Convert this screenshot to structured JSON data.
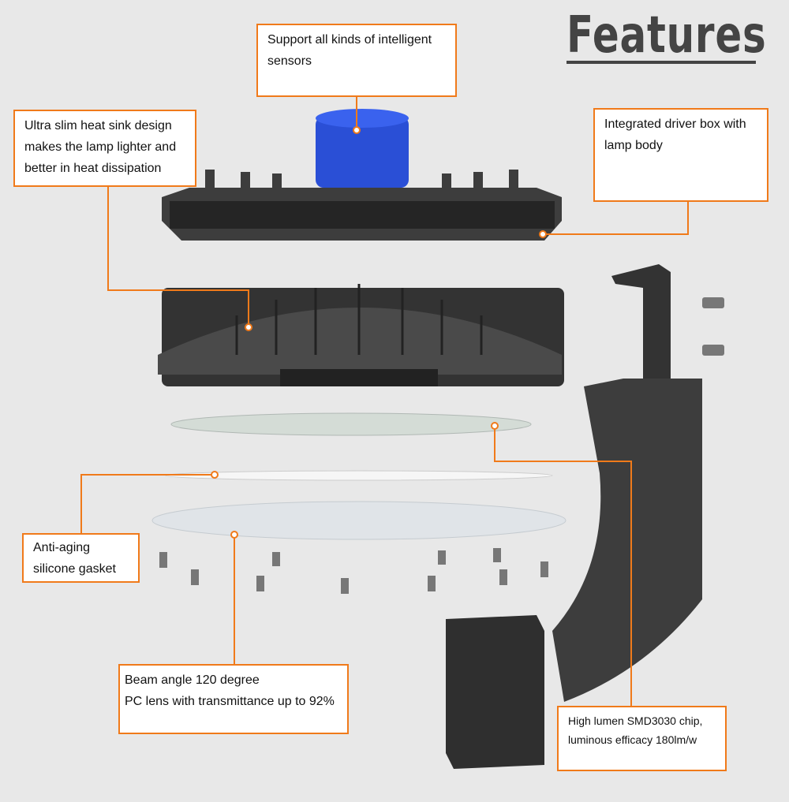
{
  "title": "Features",
  "accent": "#f07a1a",
  "callouts": {
    "sensors": {
      "line1": "Support all kinds of intelligent",
      "line2": "sensors"
    },
    "heat_sink": {
      "line1": "Ultra slim heat sink design",
      "line2": "makes the lamp lighter and",
      "line3": "better in heat dissipation"
    },
    "driver": {
      "line1": "Integrated driver box with",
      "line2": "lamp body"
    },
    "gasket": {
      "line1": "Anti-aging",
      "line2": "silicone gasket"
    },
    "lens": {
      "line1": "Beam angle 120 degree",
      "line2": "PC lens with transmittance up to 92%"
    },
    "chip": {
      "line1": "High lumen SMD3030 chip,",
      "line2": "luminous efficacy 180lm/w"
    }
  }
}
